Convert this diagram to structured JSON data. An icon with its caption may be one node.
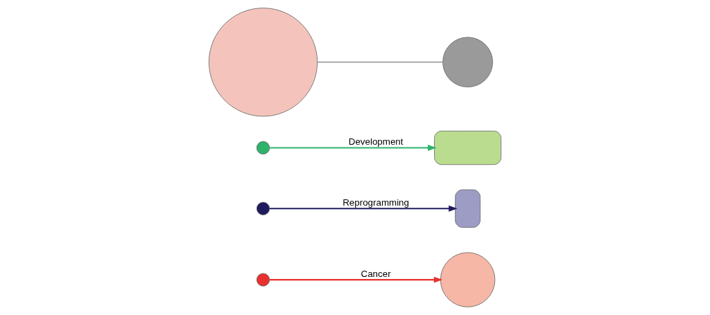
{
  "diagram": {
    "nodes": [
      {
        "text": [],
        "shape": "circle"
      },
      {
        "text": [],
        "shape": "circle"
      },
      {
        "text": [],
        "shape": "circle"
      },
      {
        "text": [],
        "shape": "circle"
      },
      {
        "text": [],
        "shape": "circle"
      },
      {
        "text": [],
        "shape": "box"
      },
      {
        "text": [],
        "shape": "box"
      },
      {
        "text": [],
        "shape": "circle"
      }
    ],
    "edges": [
      {
        "from": 0,
        "to": 1,
        "arrow": "none",
        "color": "#aaaaaa"
      },
      {
        "from": 2,
        "to": 5,
        "arrow": "to",
        "label": "Development",
        "color": "#2db36b"
      },
      {
        "from": 3,
        "to": 6,
        "arrow": "to",
        "label": "Reprogramming",
        "color": "#1f1b5e"
      },
      {
        "from": 4,
        "to": 7,
        "arrow": "to",
        "label": "Cancer",
        "color": "#e8312f"
      }
    ]
  }
}
